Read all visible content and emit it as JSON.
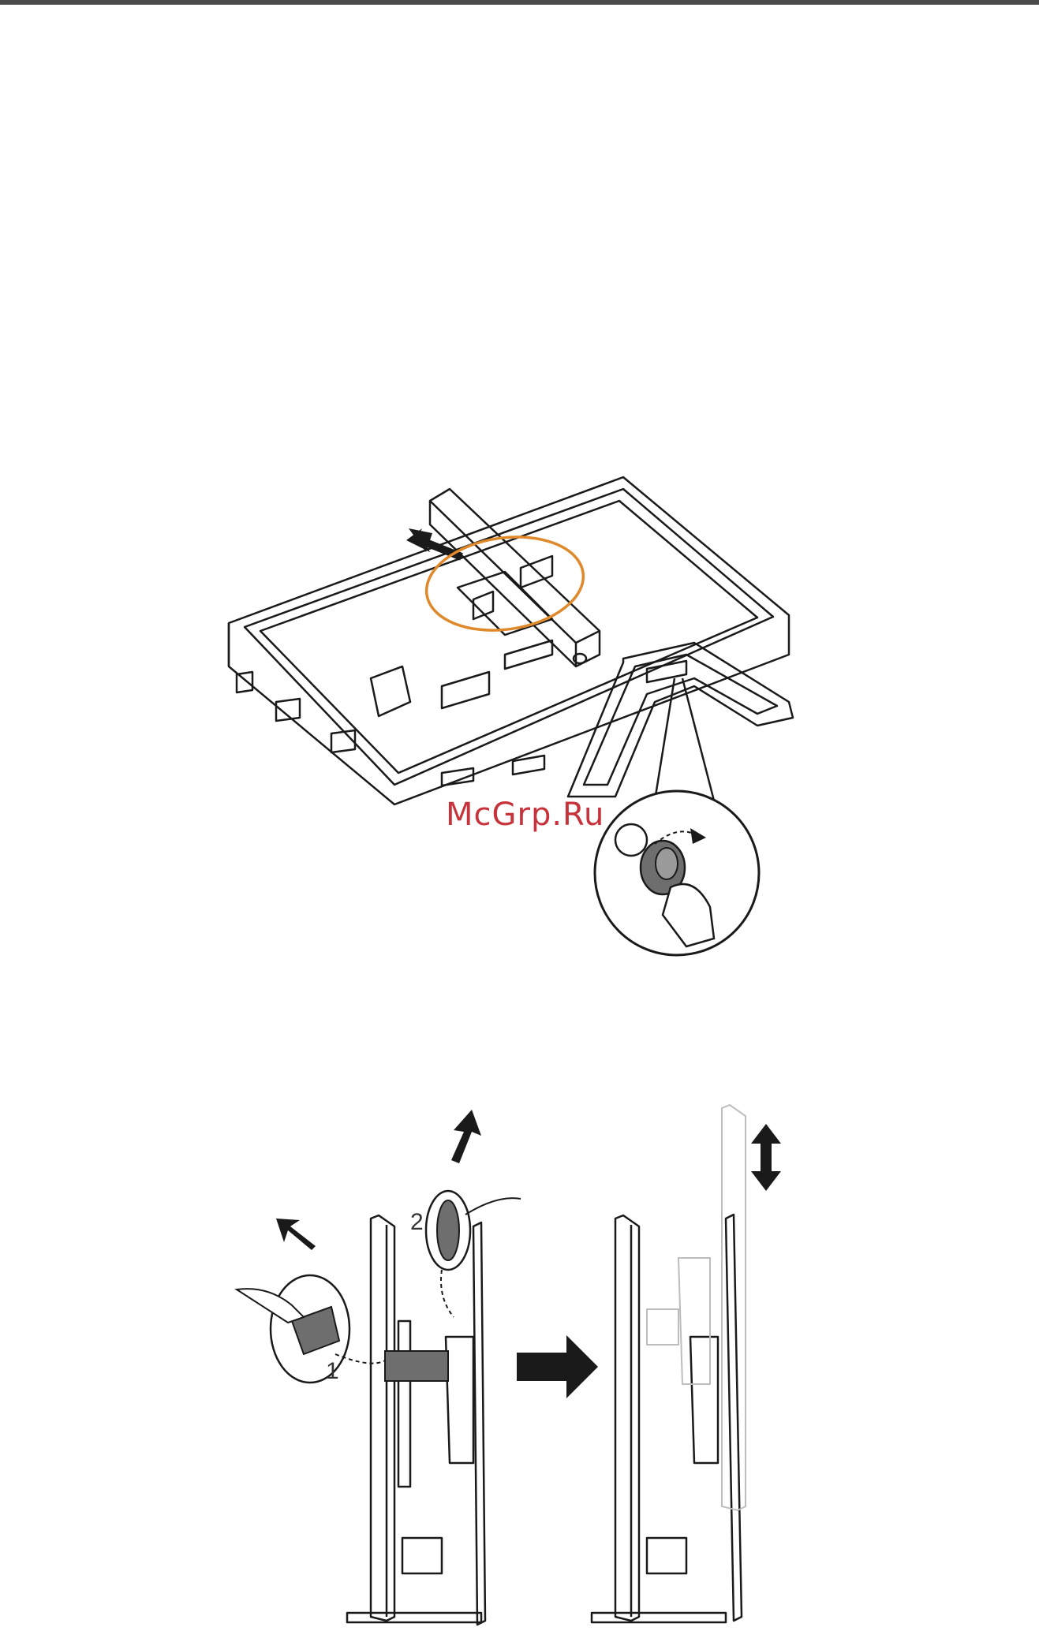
{
  "watermark": "McGrp.Ru",
  "figure_bottom": {
    "step_1": "1",
    "step_2": "2"
  },
  "colors": {
    "highlight_ellipse": "#e0892a",
    "watermark": "#c8323a",
    "line_art": "#1a1a1a",
    "fill_gray": "#6e6e6e"
  }
}
